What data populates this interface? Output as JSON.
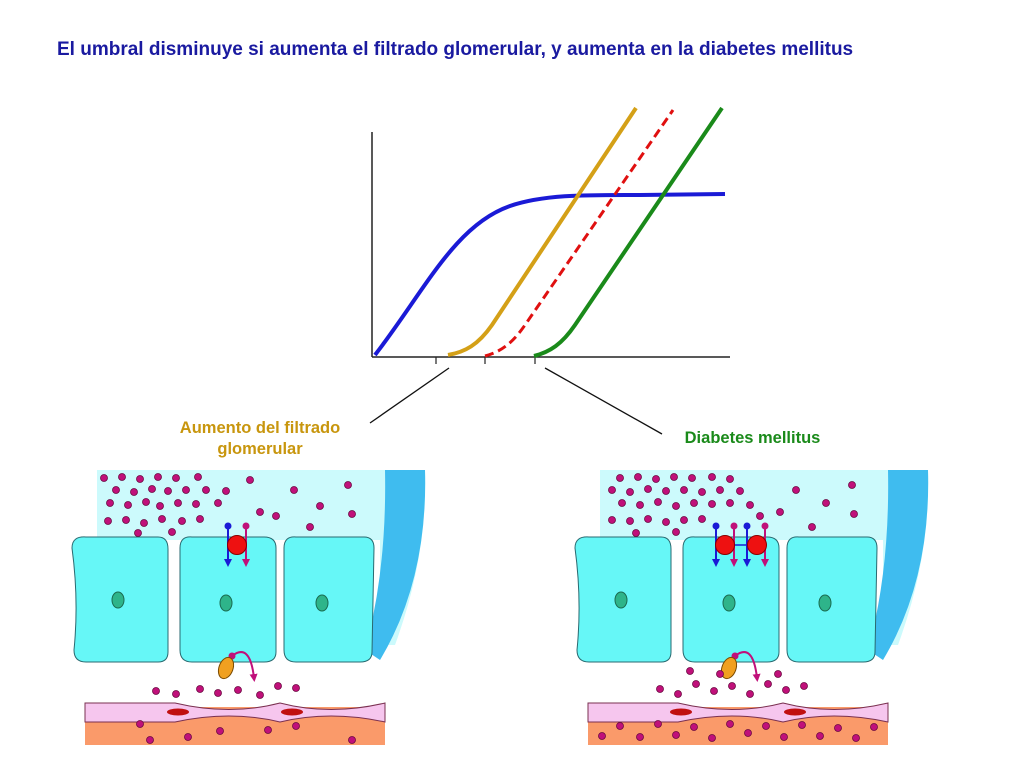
{
  "title": "El umbral disminuye si aumenta el filtrado glomerular, y aumenta en la diabetes mellitus",
  "labels": {
    "gfr_increase": "Aumento del filtrado glomerular",
    "diabetes": "Diabetes mellitus"
  },
  "colors": {
    "reabsorption_curve": "#1a1ad6",
    "gfr_curve": "#d4a017",
    "normal_curve": "#e01010",
    "diabetes_curve": "#1a8a1a",
    "tubule_lumen": "#ccfafc",
    "cell": "#66f7f7",
    "interstitium": "#fa9a6a",
    "capillary_wall": "#f6c6ee",
    "glucose": "#c0107a",
    "transporter": "#ee1111",
    "glut": "#f0a020"
  }
}
